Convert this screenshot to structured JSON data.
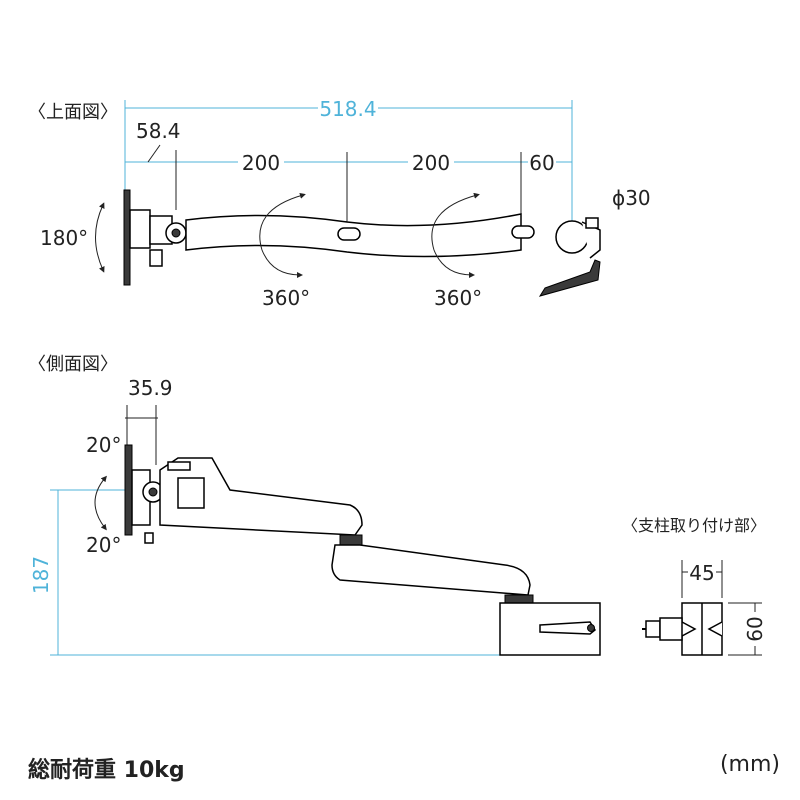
{
  "top_view": {
    "heading": "〈上面図〉",
    "dims": {
      "total": "518.4",
      "plate": "58.4",
      "arm1": "200",
      "arm2": "200",
      "end": "60",
      "pole_dia": "ϕ30"
    },
    "rotations": {
      "plate": "180°",
      "joint1": "360°",
      "joint2": "360°"
    }
  },
  "side_view": {
    "heading": "〈側面図〉",
    "dims": {
      "plate_depth": "35.9",
      "height": "187"
    },
    "tilts": {
      "up": "20°",
      "down": "20°"
    }
  },
  "clamp_view": {
    "heading": "〈支柱取り付け部〉",
    "dims": {
      "width": "45",
      "height": "60"
    }
  },
  "footer": {
    "load": "総耐荷重 10kg",
    "unit": "(mm)"
  }
}
